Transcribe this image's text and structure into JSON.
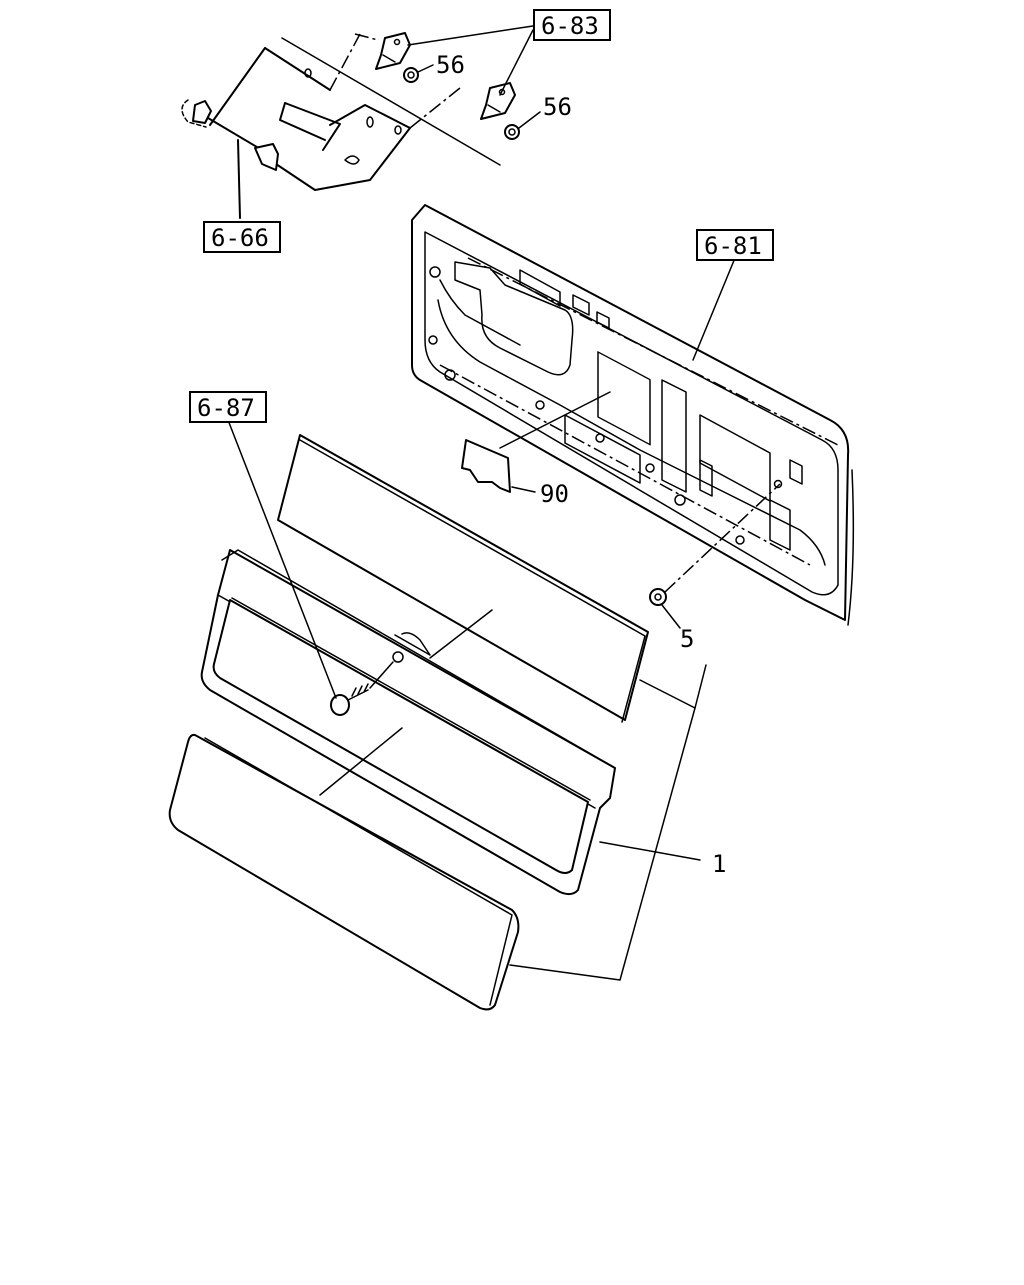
{
  "diagram": {
    "callouts": {
      "ref_6_83": "6-83",
      "ref_6_66": "6-66",
      "ref_6_81": "6-81",
      "ref_6_87": "6-87",
      "nut_56_a": "56",
      "nut_56_b": "56",
      "pad_90": "90",
      "clip_5": "5",
      "panel_1": "1"
    }
  }
}
